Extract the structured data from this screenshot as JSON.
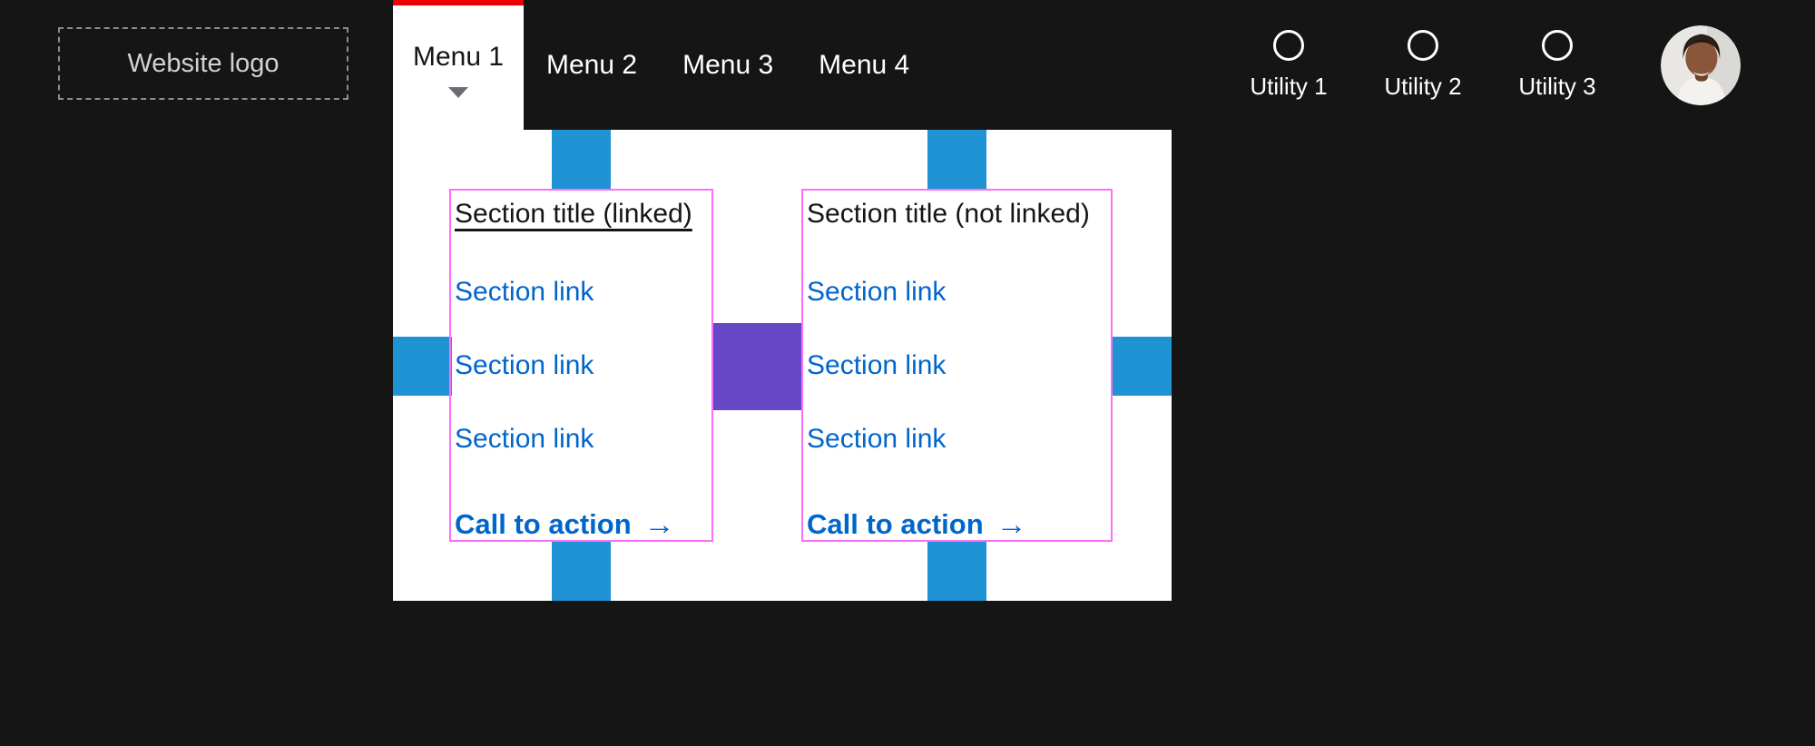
{
  "header": {
    "logo": {
      "label": "Website logo"
    },
    "menu": {
      "items": [
        {
          "label": "Menu 1",
          "active": true,
          "expanded": true
        },
        {
          "label": "Menu 2",
          "active": false
        },
        {
          "label": "Menu 3",
          "active": false
        },
        {
          "label": "Menu 4",
          "active": false
        }
      ]
    },
    "utilities": [
      {
        "label": "Utility 1",
        "icon": "circle-outline-icon"
      },
      {
        "label": "Utility 2",
        "icon": "circle-outline-icon"
      },
      {
        "label": "Utility 3",
        "icon": "circle-outline-icon"
      }
    ],
    "avatar": {
      "alt": "User profile photo"
    }
  },
  "dropdown": {
    "open_menu": "Menu 1",
    "columns": [
      {
        "title": "Section title (linked)",
        "title_linked": true,
        "links": [
          "Section link",
          "Section link",
          "Section link"
        ],
        "cta": "Call to action",
        "cta_arrow": "→"
      },
      {
        "title": "Section title (not linked)",
        "title_linked": false,
        "links": [
          "Section link",
          "Section link",
          "Section link"
        ],
        "cta": "Call to action",
        "cta_arrow": "→"
      }
    ]
  },
  "colors": {
    "bg": "#151515",
    "panel_white": "#ffffff",
    "accent_red": "#ee0000",
    "spacer_blue": "#1f93d4",
    "spacer_purple": "#6647c5",
    "outline_pink": "#fb6ffb",
    "link_blue": "#0066cc",
    "text_dark": "#151515",
    "text_light": "#ffffff",
    "muted_gray": "#d2d2d2",
    "caret_gray": "#6a6e73",
    "dash_gray": "#8b8d90"
  }
}
